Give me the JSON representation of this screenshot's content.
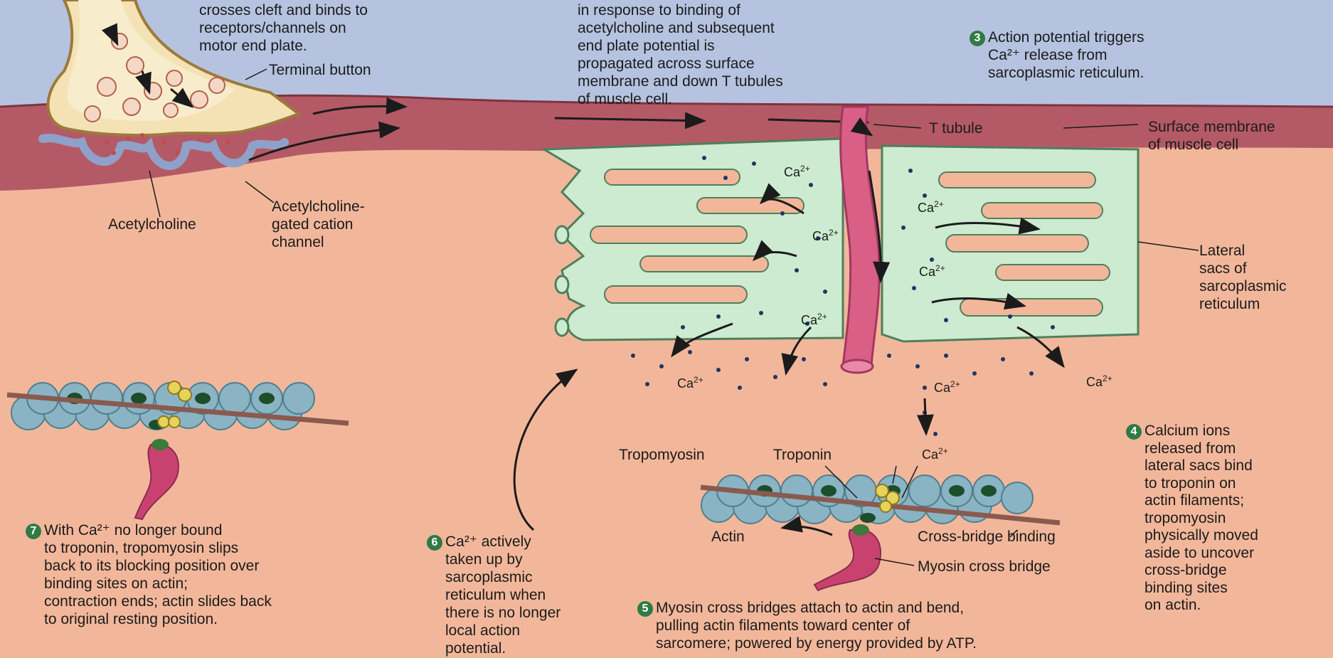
{
  "labels": {
    "top_left_caption": [
      "crosses cleft and binds to",
      "receptors/channels on",
      "motor end plate."
    ],
    "top_mid_caption": [
      "in response to binding of",
      "acetylcholine and subsequent",
      "end plate potential is",
      "propagated across surface",
      "membrane and down T tubules",
      "of muscle cell."
    ],
    "terminal_button": "Terminal button",
    "acetylcholine": "Acetylcholine",
    "ach_channel": [
      "Acetylcholine-",
      "gated cation",
      "channel"
    ],
    "t_tubule": "T tubule",
    "surface_membrane": [
      "Surface membrane",
      "of muscle cell"
    ],
    "lateral_sacs": [
      "Lateral",
      "sacs of",
      "sarcoplasmic",
      "reticulum"
    ],
    "tropomyosin": "Tropomyosin",
    "troponin": "Troponin",
    "actin": "Actin",
    "cross_bridge_binding": "Cross-bridge binding",
    "myosin_cross_bridge": "Myosin cross bridge",
    "ca_base": "Ca",
    "ca_charge": "2+"
  },
  "steps": {
    "s3": {
      "num": "3",
      "lines": [
        "Action potential triggers",
        "Ca²⁺ release from",
        "sarcoplasmic reticulum."
      ]
    },
    "s4": {
      "num": "4",
      "lines": [
        "Calcium ions",
        "released from",
        "lateral sacs bind",
        "to troponin on",
        "actin filaments;",
        "tropomyosin",
        "physically moved",
        "aside to uncover",
        "cross-bridge",
        "binding sites",
        "on actin."
      ]
    },
    "s5": {
      "num": "5",
      "lines": [
        "Myosin cross bridges attach to actin and bend,",
        "pulling actin filaments toward center of",
        "sarcomere; powered by energy provided by ATP."
      ]
    },
    "s6": {
      "num": "6",
      "lines": [
        "Ca²⁺ actively",
        "taken up by",
        "sarcoplasmic",
        "reticulum when",
        "there is no longer",
        "local action",
        "potential."
      ]
    },
    "s7": {
      "num": "7",
      "lines": [
        "With Ca²⁺ no longer bound",
        "to troponin, tropomyosin slips",
        "back to its blocking position over",
        "binding sites on actin;",
        "contraction ends; actin slides back",
        "to original resting position."
      ]
    }
  },
  "colors": {
    "background": "#f2b79b",
    "extracellular": "#b5c3e0",
    "membrane": "#b45a66",
    "sr": "#cdebd0",
    "t_tubule": "#d95f86",
    "actin": "#8ab4c4",
    "myosin": "#c9426f",
    "step_badge": "#2f7a45"
  }
}
